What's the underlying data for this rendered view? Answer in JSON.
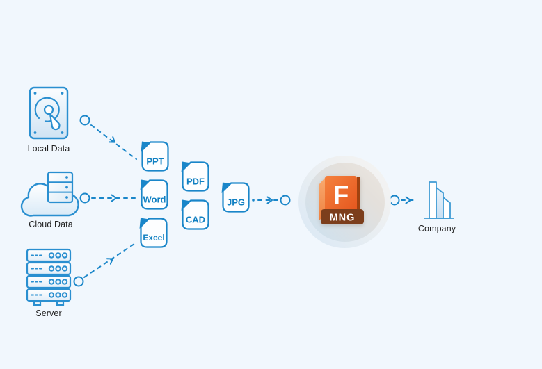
{
  "diagram": {
    "background": "#f1f7fd",
    "accent_blue": "#1a86c9",
    "sources": [
      {
        "label": "Local Data",
        "icon": "hard-drive-icon"
      },
      {
        "label": "Cloud Data",
        "icon": "cloud-server-icon"
      },
      {
        "label": "Server",
        "icon": "server-rack-icon"
      }
    ],
    "files": [
      {
        "label": "PPT"
      },
      {
        "label": "Word"
      },
      {
        "label": "Excel"
      },
      {
        "label": "PDF"
      },
      {
        "label": "CAD"
      },
      {
        "label": "JPG"
      }
    ],
    "hub": {
      "letter": "F",
      "badge": "MNG",
      "front_color": "#ec6b2d",
      "flap_color": "#f59c62",
      "badge_color": "#7c3e1c"
    },
    "destination": {
      "label": "Company",
      "icon": "company-building-icon"
    }
  }
}
